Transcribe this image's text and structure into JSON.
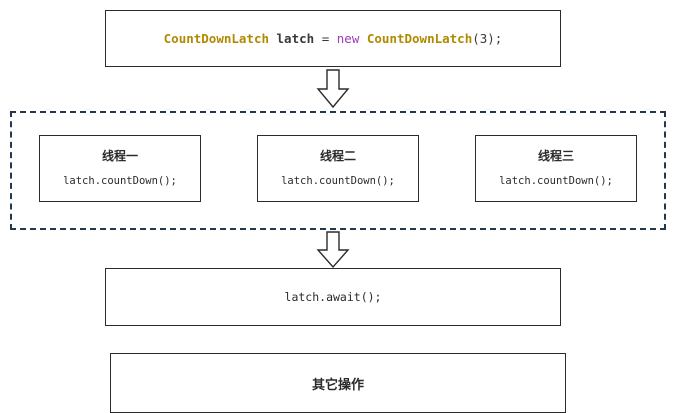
{
  "init": {
    "class_name": "CountDownLatch",
    "var_name": "latch",
    "assign": "=",
    "keyword": "new",
    "ctor_name": "CountDownLatch",
    "args": "(3);"
  },
  "threads": [
    {
      "title": "线程一",
      "code": "latch.countDown();"
    },
    {
      "title": "线程二",
      "code": "latch.countDown();"
    },
    {
      "title": "线程三",
      "code": "latch.countDown();"
    }
  ],
  "await_code": "latch.await();",
  "other_label": "其它操作",
  "colors": {
    "class_token": "#b08a00",
    "keyword_token": "#a23bb8",
    "border": "#2b2b2b",
    "dashed_border": "#23374f"
  },
  "icons": [
    "down-arrow-icon",
    "down-arrow-icon"
  ]
}
